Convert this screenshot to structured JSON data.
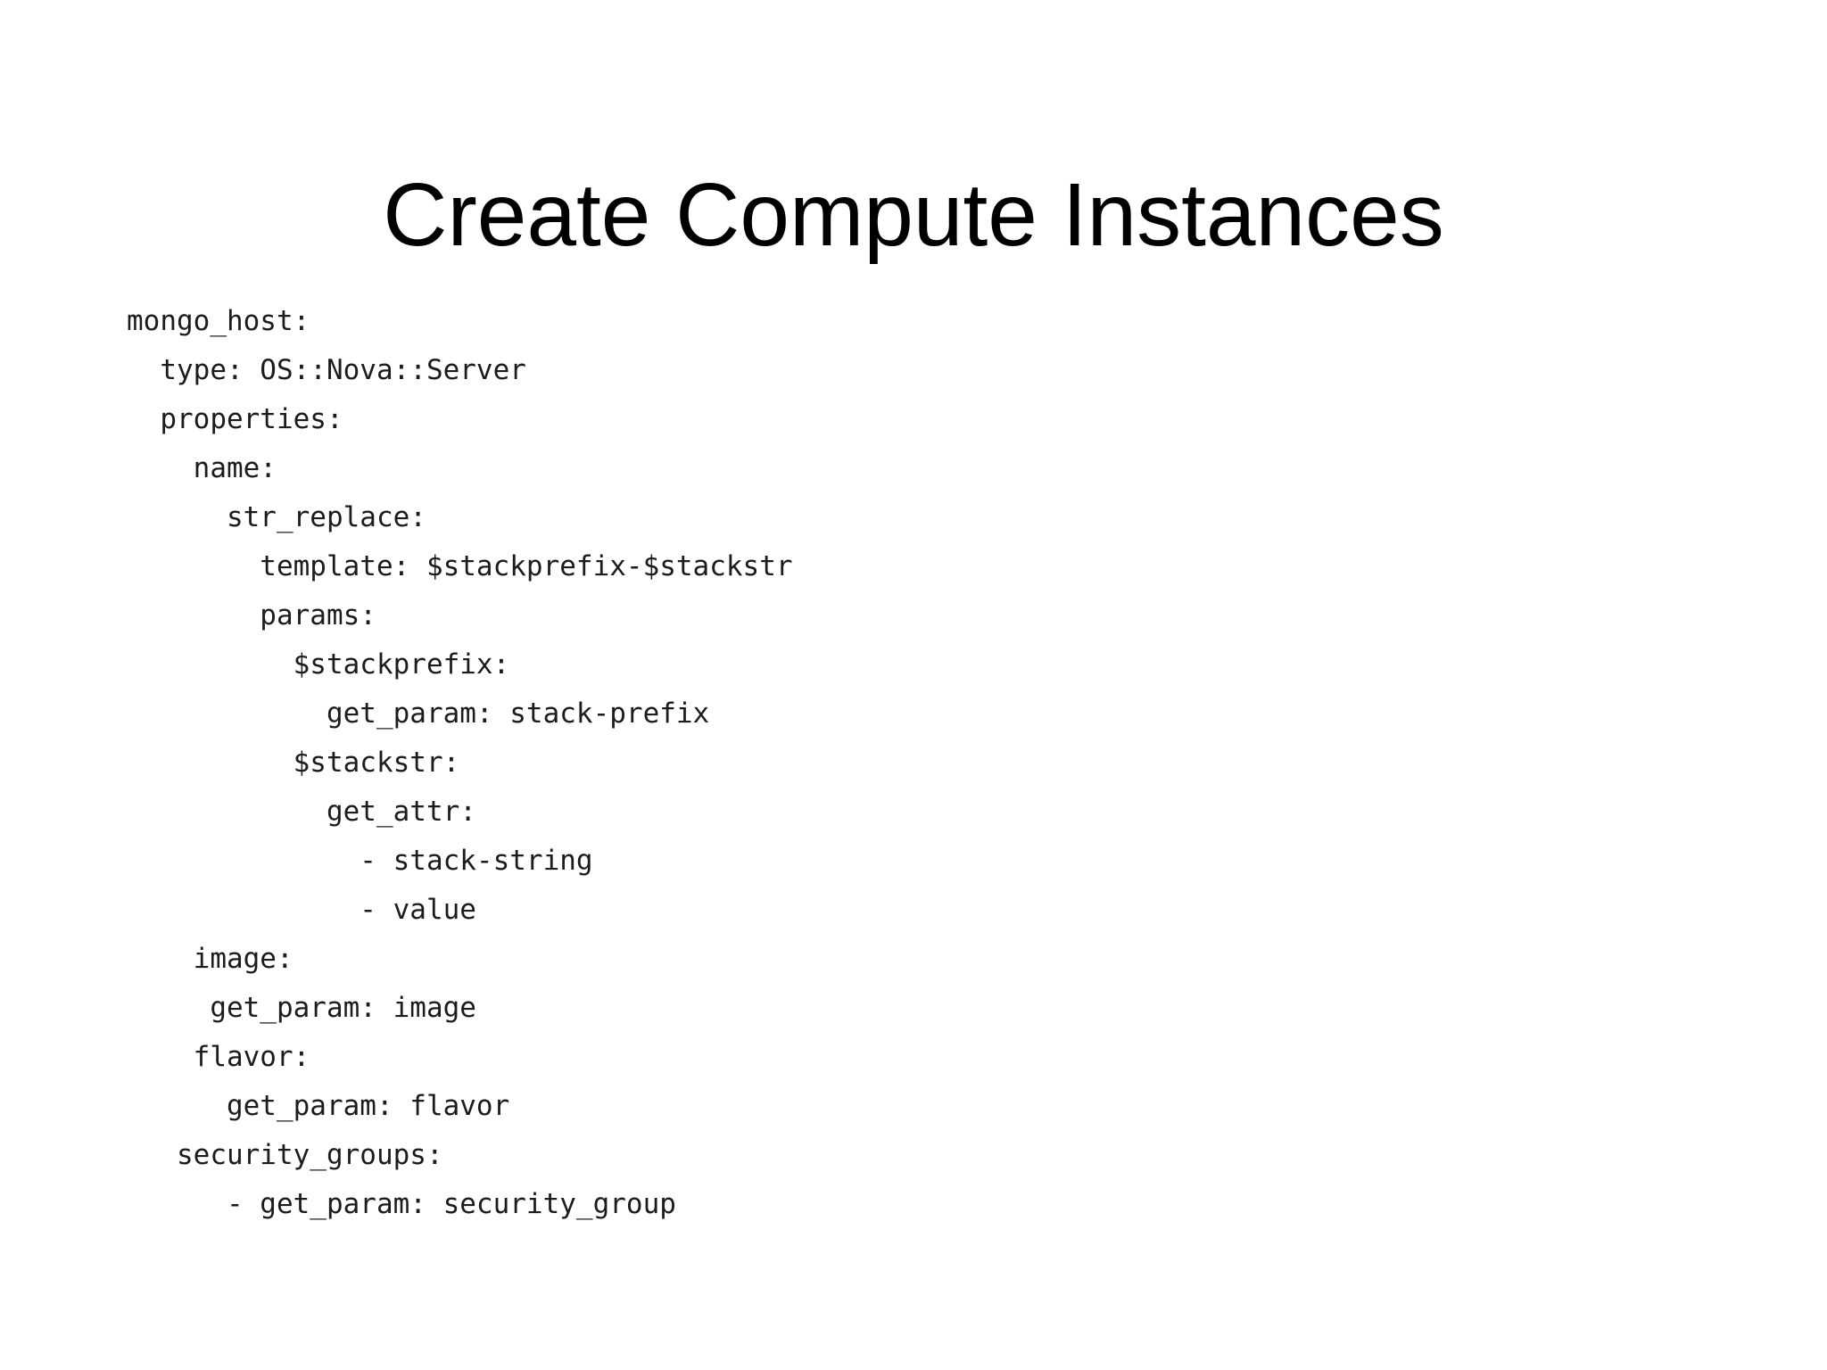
{
  "slide": {
    "title": "Create Compute Instances",
    "code_lines": [
      "mongo_host:",
      "  type: OS::Nova::Server",
      "  properties:",
      "    name:",
      "      str_replace:",
      "        template: $stackprefix-$stackstr",
      "        params:",
      "          $stackprefix:",
      "            get_param: stack-prefix",
      "          $stackstr:",
      "            get_attr:",
      "              - stack-string",
      "              - value",
      "    image:",
      "     get_param: image",
      "    flavor:",
      "      get_param: flavor",
      "   security_groups:",
      "      - get_param: security_group"
    ],
    "colors": {
      "background": "#ffffff",
      "title_text": "#000000",
      "code_text": "#1c1c1c"
    }
  }
}
